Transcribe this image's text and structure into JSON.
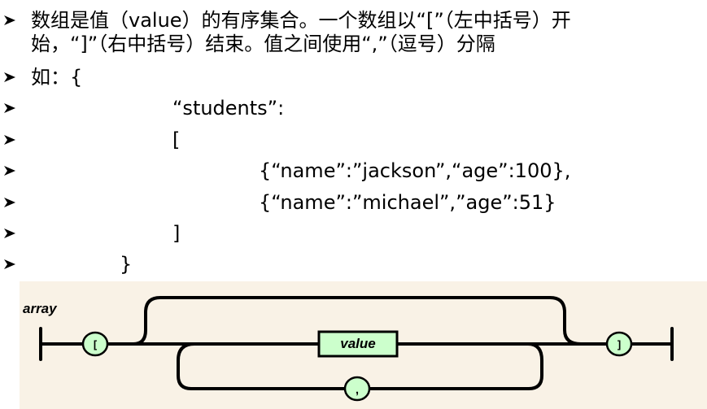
{
  "text_lines": [
    "数组是值（value）的有序集合。一个数组以“[”（左中括号）开",
    "始，“]”（右中括号）结束。值之间使用“,”（逗号）分隔",
    "如：{",
    "“students”:",
    "[",
    "{“name”:”jackson”,“age”:100},",
    "{“name”:”michael”,”age”:51}",
    "]",
    "}"
  ],
  "diagram": {
    "title": "array",
    "open_bracket": "[",
    "close_bracket": "]",
    "value_label": "value",
    "separator": ",",
    "colors": {
      "node_fill": "#ccffcc",
      "line": "#000000",
      "background": "#f9f2e6"
    }
  },
  "icons": {
    "bullet": "arrowhead-bullet-icon"
  }
}
